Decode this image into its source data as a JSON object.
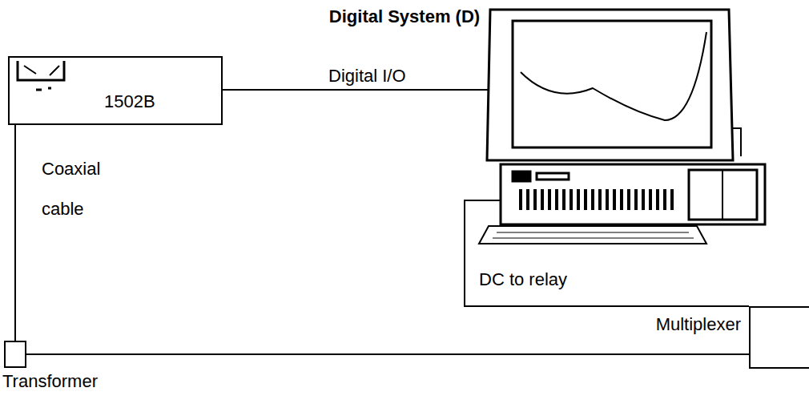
{
  "diagram": {
    "title": "Digital System (D)",
    "nodes": [
      {
        "text": [
          "1502B"
        ]
      },
      {
        "text": [
          "Transformer"
        ]
      },
      {
        "text": [
          "Multiplexer"
        ]
      }
    ],
    "edges": [
      {
        "from": 0,
        "to": 1,
        "label": "Coaxial cable",
        "arrow": "none"
      },
      {
        "from": 1,
        "to": 2,
        "arrow": "none"
      }
    ],
    "labels": [
      "Digital I/O",
      "DC to relay"
    ]
  }
}
